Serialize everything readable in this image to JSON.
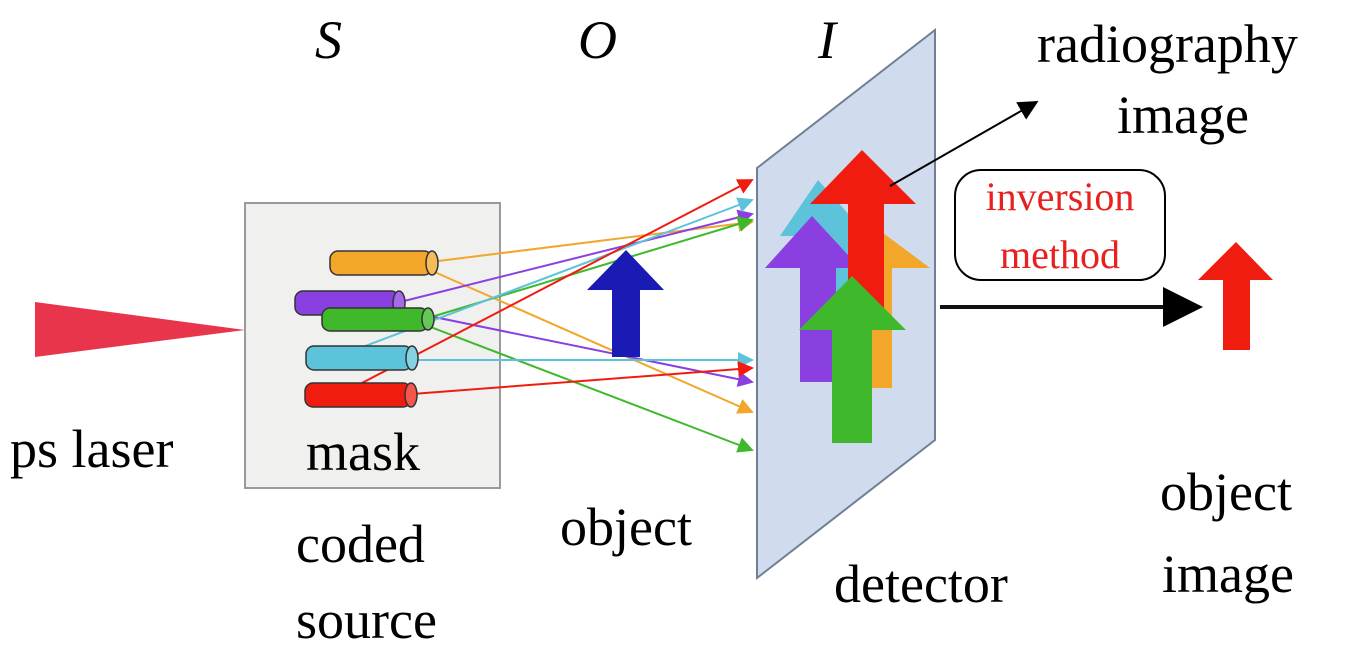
{
  "labels": {
    "S": "S",
    "O": "O",
    "I": "I",
    "radiography_line1": "radiography",
    "radiography_line2": "image",
    "inversion_line1": "inversion",
    "inversion_line2": "method",
    "ps_laser": "ps laser",
    "mask": "mask",
    "coded_line1": "coded",
    "coded_line2": "source",
    "object": "object",
    "detector": "detector",
    "object_image_line1": "object",
    "object_image_line2": "image"
  },
  "colors": {
    "laser": "#e8354b",
    "mask_fill": "#f0f0ee",
    "mask_border": "#9a9a9a",
    "detector_fill": "#c8d6ea",
    "detector_border": "#6f7f95",
    "orange": "#f2a62a",
    "purple": "#8a3fe0",
    "green": "#3fb82b",
    "cyan": "#5cc3da",
    "red": "#f01c10",
    "blue": "#1a1ab5",
    "label_red": "#e8211f"
  },
  "icons": {
    "laser": "laser-beam-cone",
    "source_rods": "cylinder-rod",
    "object_arrow": "up-arrow",
    "result_arrow": "up-arrow"
  }
}
